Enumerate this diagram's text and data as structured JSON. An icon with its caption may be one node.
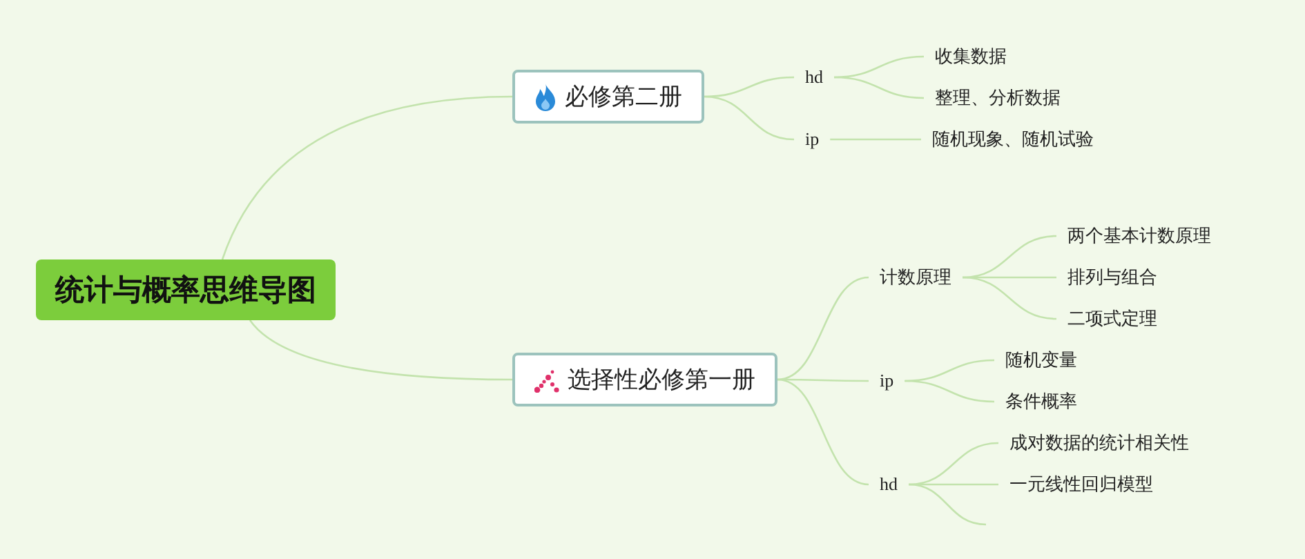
{
  "diagram": {
    "nodes": [
      {
        "text": [
          "统计与概率思维导图"
        ]
      },
      {
        "text": [
          "必修第二册"
        ]
      },
      {
        "text": [
          "hd"
        ]
      },
      {
        "text": [
          "ip"
        ]
      },
      {
        "text": [
          "收集数据"
        ]
      },
      {
        "text": [
          "整理、分析数据"
        ]
      },
      {
        "text": [
          "随机现象、随机试验"
        ]
      },
      {
        "text": [
          "选择性必修第一册"
        ]
      },
      {
        "text": [
          "计数原理"
        ]
      },
      {
        "text": [
          "ip"
        ]
      },
      {
        "text": [
          "hd"
        ]
      },
      {
        "text": [
          "两个基本计数原理"
        ]
      },
      {
        "text": [
          "排列与组合"
        ]
      },
      {
        "text": [
          "二项式定理"
        ]
      },
      {
        "text": [
          "随机变量"
        ]
      },
      {
        "text": [
          "条件概率"
        ]
      },
      {
        "text": [
          "成对数据的统计相关性"
        ]
      },
      {
        "text": [
          "一元线性回归模型"
        ]
      }
    ],
    "edges": [
      {
        "from": 0,
        "to": 1,
        "arrow": "none"
      },
      {
        "from": 0,
        "to": 7,
        "arrow": "none"
      },
      {
        "from": 1,
        "to": 2,
        "arrow": "none"
      },
      {
        "from": 1,
        "to": 3,
        "arrow": "none"
      },
      {
        "from": 2,
        "to": 4,
        "arrow": "none"
      },
      {
        "from": 2,
        "to": 5,
        "arrow": "none"
      },
      {
        "from": 3,
        "to": 6,
        "arrow": "none"
      },
      {
        "from": 7,
        "to": 8,
        "arrow": "none"
      },
      {
        "from": 7,
        "to": 9,
        "arrow": "none"
      },
      {
        "from": 7,
        "to": 10,
        "arrow": "none"
      },
      {
        "from": 8,
        "to": 11,
        "arrow": "none"
      },
      {
        "from": 8,
        "to": 12,
        "arrow": "none"
      },
      {
        "from": 8,
        "to": 13,
        "arrow": "none"
      },
      {
        "from": 9,
        "to": 14,
        "arrow": "none"
      },
      {
        "from": 9,
        "to": 15,
        "arrow": "none"
      },
      {
        "from": 10,
        "to": 16,
        "arrow": "none"
      },
      {
        "from": 10,
        "to": 17,
        "arrow": "none"
      },
      {
        "from": 10,
        "to": null,
        "arrow": "none"
      }
    ]
  }
}
